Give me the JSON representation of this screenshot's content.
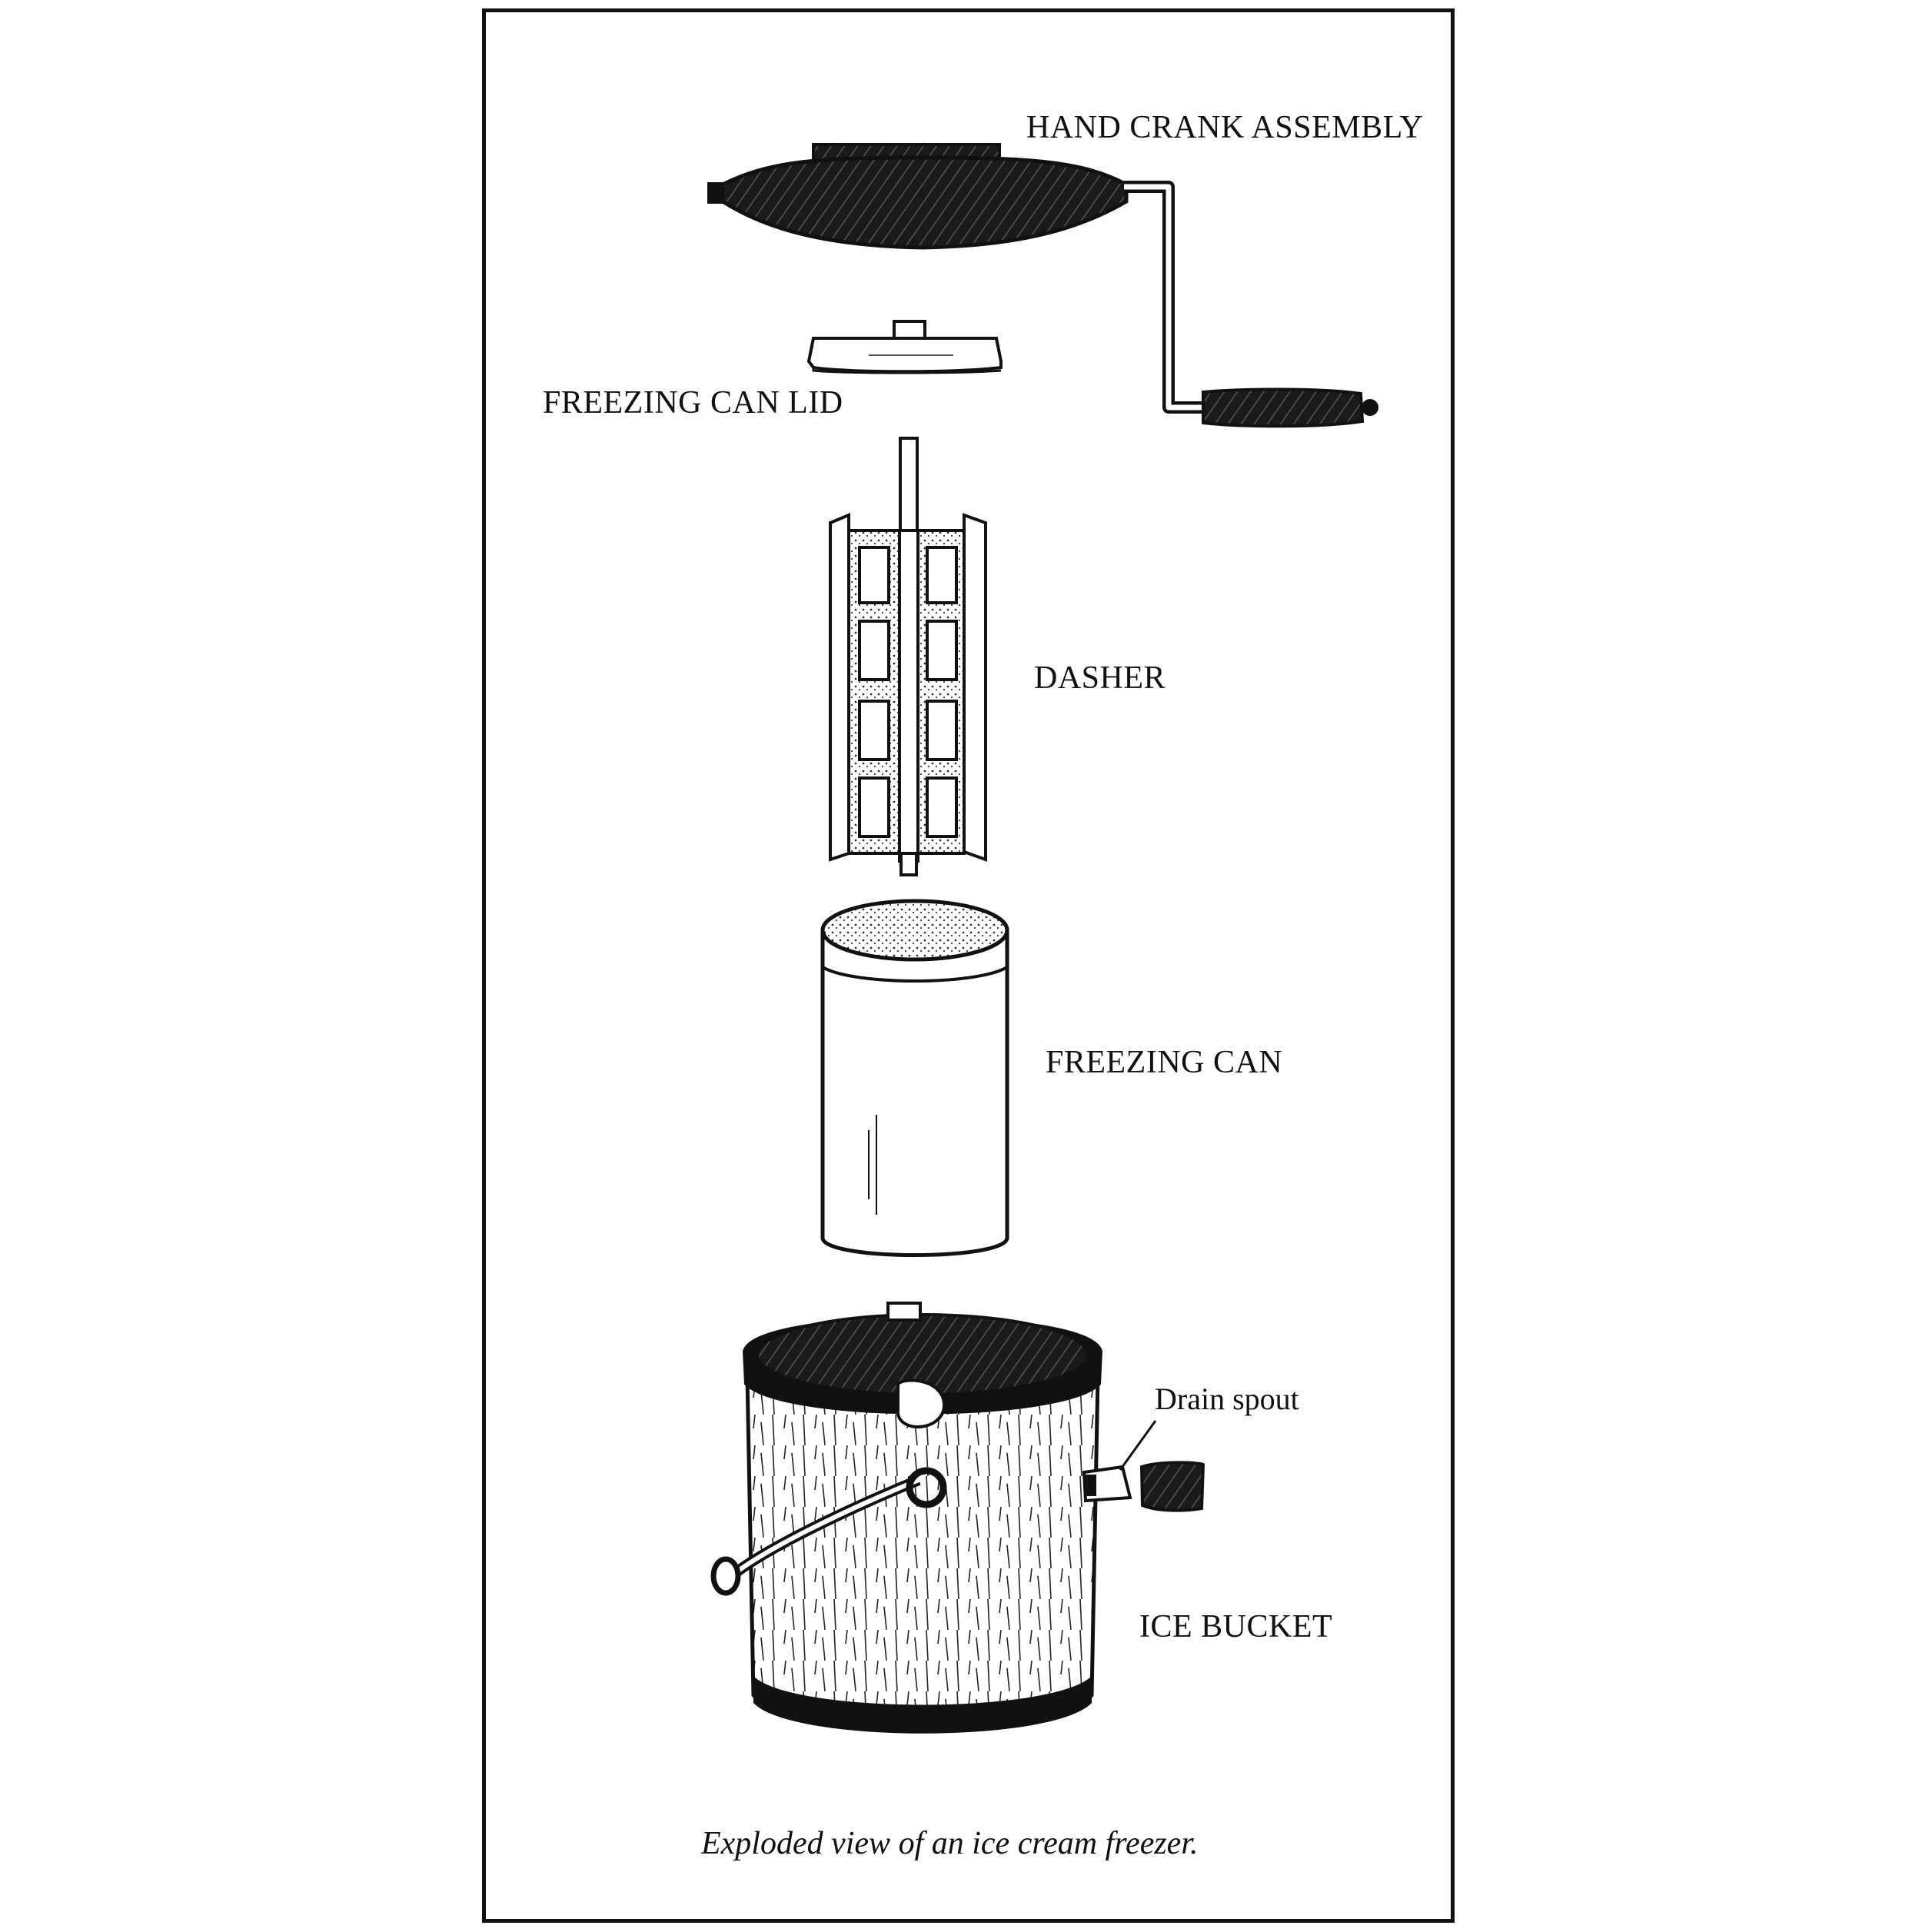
{
  "parts": [
    {
      "key": "hand_crank",
      "label": "HAND CRANK ASSEMBLY"
    },
    {
      "key": "can_lid",
      "label": "FREEZING CAN LID"
    },
    {
      "key": "dasher",
      "label": "DASHER"
    },
    {
      "key": "freezing_can",
      "label": "FREEZING CAN"
    },
    {
      "key": "drain_spout",
      "label": "Drain spout"
    },
    {
      "key": "ice_bucket",
      "label": "ICE BUCKET"
    }
  ],
  "caption": "Exploded view of an ice cream freezer.",
  "colors": {
    "ink": "#111111",
    "paper": "#ffffff"
  }
}
